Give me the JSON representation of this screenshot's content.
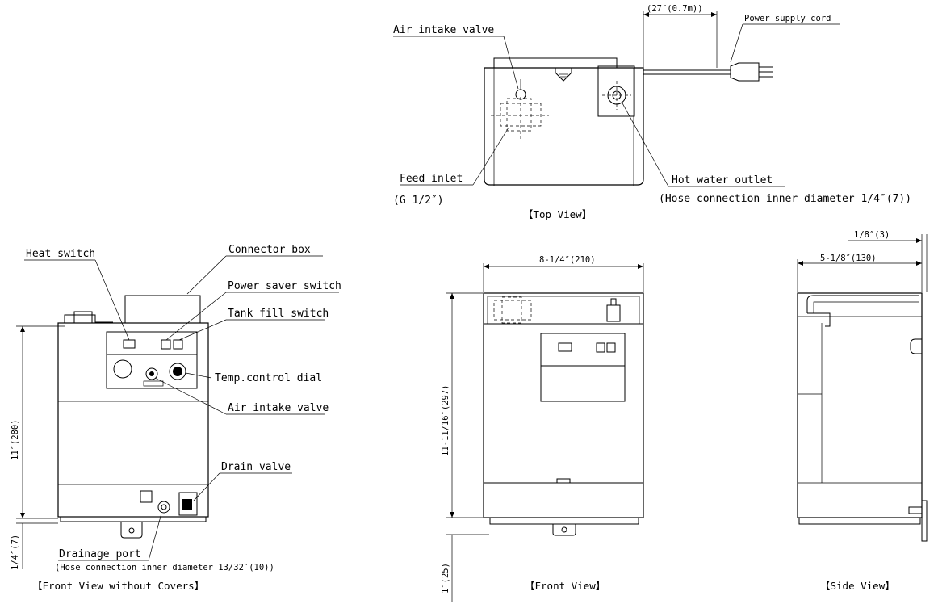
{
  "top_view": {
    "caption": "【Top View】",
    "air_intake_valve": "Air intake valve",
    "cord_length": "(27″(0.7m))",
    "power_supply_cord": "Power supply cord",
    "feed_inlet": "Feed inlet",
    "feed_inlet_size": "(G 1/2″)",
    "hot_water_outlet": "Hot water outlet",
    "hot_water_outlet_size": "(Hose connection inner diameter 1/4″(7))"
  },
  "front_no_cover": {
    "caption": "【Front View without Covers】",
    "connector_box": "Connector box",
    "heat_switch": "Heat switch",
    "power_saver_switch": "Power saver switch",
    "tank_fill_switch": "Tank fill switch",
    "temp_control_dial": "Temp.control dial",
    "air_intake_valve": "Air intake valve",
    "drain_valve": "Drain valve",
    "drainage_port": "Drainage port",
    "drainage_port_size": "(Hose connection inner diameter 13/32″(10))",
    "height_dim": "11″(280)",
    "bottom_dim": "1/4″(7)"
  },
  "front_view": {
    "caption": "【Front View】",
    "width_dim": "8-1/4″(210)",
    "height_dim": "11-11/16″(297)",
    "bottom_dim": "1″(25)"
  },
  "side_view": {
    "caption": "【Side View】",
    "depth_dim": "5-1/8″(130)",
    "offset_dim": "1/8″(3)"
  }
}
